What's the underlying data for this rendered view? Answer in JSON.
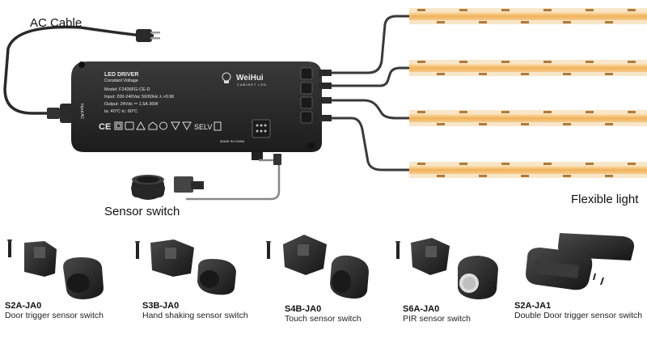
{
  "diagram": {
    "ac_cable_label": "AC Cable",
    "sensor_switch_label": "Sensor switch",
    "flexible_light_label": "Flexible light"
  },
  "driver": {
    "title": "LED DRIVER",
    "subtitle": "Constant Voltage",
    "brand": "WeiHui",
    "brand_sub": "CABINET LED",
    "model": "Model: F2436FG-CE-D",
    "input": "Input: 200-240Vac   50/60Hz   λ >0.96",
    "output": "Output: 24Vdc ⎓ 1.5A   36W",
    "temps": "ta: 40°C   tc: 60°C",
    "made_in": "MADE IN CHINA",
    "selv": "SELV"
  },
  "products": [
    {
      "code": "S2A-JA0",
      "name": "Door trigger sensor switch"
    },
    {
      "code": "S3B-JA0",
      "name": "Hand shaking sensor switch"
    },
    {
      "code": "S4B-JA0",
      "name": "Touch sensor switch"
    },
    {
      "code": "S6A-JA0",
      "name": "PIR sensor switch"
    },
    {
      "code": "S2A-JA1",
      "name": "Double Door trigger sensor switch"
    }
  ],
  "colors": {
    "led_strip": "#f0b25a",
    "led_chip": "#f5a83c",
    "driver_body": "#2b2b2b",
    "cable": "#3a3a3a"
  }
}
